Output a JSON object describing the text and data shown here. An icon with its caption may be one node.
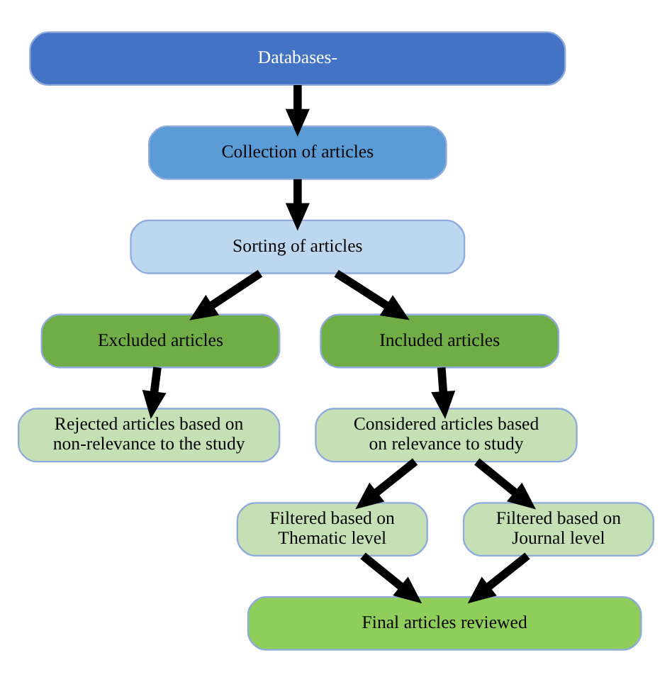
{
  "diagram": {
    "nodes": [
      {
        "text": [
          "Databases-"
        ]
      },
      {
        "text": [
          "Collection of articles"
        ]
      },
      {
        "text": [
          "Sorting of articles"
        ]
      },
      {
        "text": [
          "Excluded articles"
        ]
      },
      {
        "text": [
          "Included articles"
        ]
      },
      {
        "text": [
          "Rejected articles based on non-relevance to the study"
        ]
      },
      {
        "text": [
          "Considered articles based on relevance to study"
        ]
      },
      {
        "text": [
          "Filtered based on Thematic level"
        ]
      },
      {
        "text": [
          "Filtered based on Journal level"
        ]
      },
      {
        "text": [
          "Final articles reviewed"
        ]
      }
    ],
    "edges": [
      {
        "from": 0,
        "to": 1,
        "arrow": "to"
      },
      {
        "from": 1,
        "to": 2,
        "arrow": "to"
      },
      {
        "from": 2,
        "to": 3,
        "arrow": "to"
      },
      {
        "from": 2,
        "to": 4,
        "arrow": "to"
      },
      {
        "from": 3,
        "to": 5,
        "arrow": "to"
      },
      {
        "from": 4,
        "to": 6,
        "arrow": "to"
      },
      {
        "from": 6,
        "to": 7,
        "arrow": "to"
      },
      {
        "from": 6,
        "to": 8,
        "arrow": "to"
      },
      {
        "from": 7,
        "to": 9,
        "arrow": "to"
      },
      {
        "from": 8,
        "to": 9,
        "arrow": "to"
      }
    ]
  }
}
